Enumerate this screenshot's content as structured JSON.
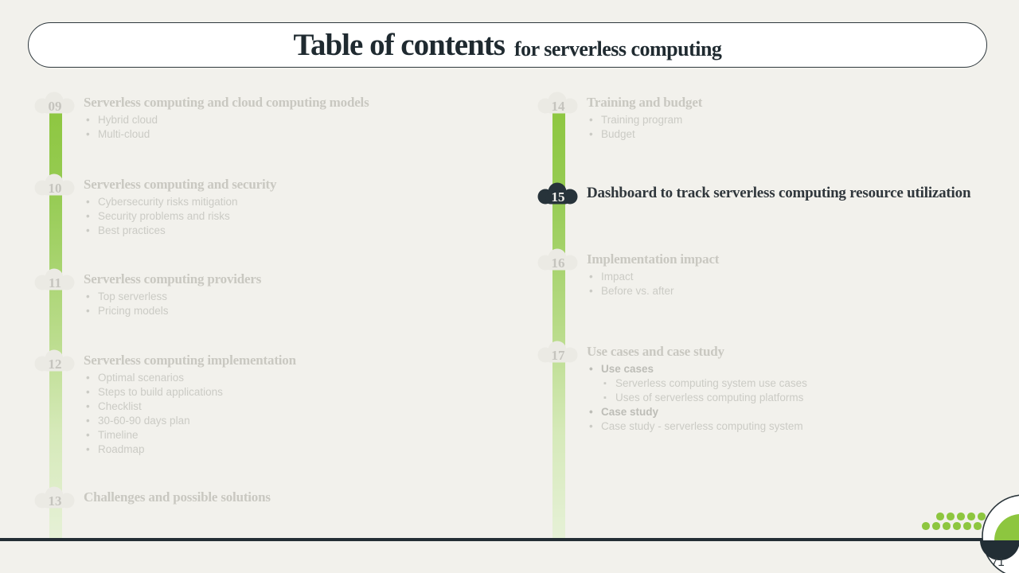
{
  "title": {
    "main": "Table of contents",
    "sub": "for serverless computing"
  },
  "columns": {
    "left": [
      {
        "number": "09",
        "heading": "Serverless computing and cloud computing models",
        "bullets": [
          {
            "text": "Hybrid cloud",
            "kind": "normal"
          },
          {
            "text": "Multi-cloud",
            "kind": "normal"
          }
        ]
      },
      {
        "number": "10",
        "heading": "Serverless computing and security",
        "bullets": [
          {
            "text": "Cybersecurity risks mitigation",
            "kind": "normal"
          },
          {
            "text": "Security problems and risks",
            "kind": "normal"
          },
          {
            "text": "Best practices",
            "kind": "normal"
          }
        ]
      },
      {
        "number": "11",
        "heading": "Serverless computing providers",
        "bullets": [
          {
            "text": "Top serverless",
            "kind": "normal"
          },
          {
            "text": "Pricing models",
            "kind": "normal"
          }
        ]
      },
      {
        "number": "12",
        "heading": "Serverless computing implementation",
        "bullets": [
          {
            "text": "Optimal scenarios",
            "kind": "normal"
          },
          {
            "text": "Steps to build applications",
            "kind": "normal"
          },
          {
            "text": "Checklist",
            "kind": "normal"
          },
          {
            "text": "30-60-90 days plan",
            "kind": "normal"
          },
          {
            "text": "Timeline",
            "kind": "normal"
          },
          {
            "text": "Roadmap",
            "kind": "normal"
          }
        ]
      },
      {
        "number": "13",
        "heading": "Challenges and possible solutions",
        "bullets": []
      }
    ],
    "right": [
      {
        "number": "14",
        "heading": "Training and budget",
        "bullets": [
          {
            "text": "Training program",
            "kind": "normal"
          },
          {
            "text": "Budget",
            "kind": "normal"
          }
        ]
      },
      {
        "number": "15",
        "heading": "Dashboard to track serverless computing resource utilization",
        "active": true,
        "bullets": []
      },
      {
        "number": "16",
        "heading": "Implementation impact",
        "bullets": [
          {
            "text": "Impact",
            "kind": "normal"
          },
          {
            "text": "Before vs. after",
            "kind": "normal"
          }
        ]
      },
      {
        "number": "17",
        "heading": "Use cases and case study",
        "bullets": [
          {
            "text": "Use cases",
            "kind": "bold"
          },
          {
            "text": "Serverless computing system use cases",
            "kind": "sub"
          },
          {
            "text": "Uses of serverless computing platforms",
            "kind": "sub"
          },
          {
            "text": "Case study",
            "kind": "bold"
          },
          {
            "text": "Case study - serverless computing system",
            "kind": "normal"
          }
        ]
      }
    ]
  },
  "footer": {
    "page_number": "71"
  },
  "colors": {
    "background": "#f2f1ec",
    "accent_green": "#8dc63f",
    "dark": "#242e34",
    "muted_text": "#c9c8c1",
    "active_text": "#30373c",
    "active_cloud": "#27333a",
    "pill_background": "#ffffff"
  },
  "icons": [
    "cloud-icon",
    "dots-decoration",
    "corner-pie-decoration"
  ]
}
